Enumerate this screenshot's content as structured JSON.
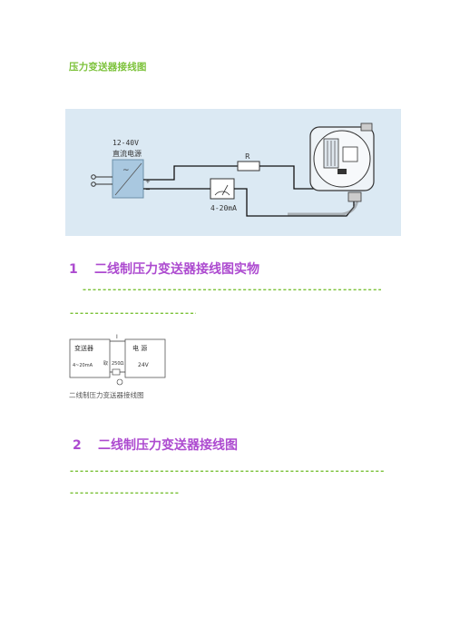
{
  "page": {
    "title": "压力变送器接线图"
  },
  "figure1": {
    "power_voltage": "12-40V",
    "power_name": "直流电源",
    "plus": "+",
    "minus": "−",
    "resistor": "R",
    "meter": "4-20mA"
  },
  "sections": [
    {
      "number": "1",
      "heading": "二线制压力变送器接线图实物",
      "rule_line1": "--------------------------------------------------------------------------------",
      "rule_line2": "----------------------------"
    },
    {
      "number": "2",
      "heading": "二线制压力变送器接线图",
      "rule_line1": "--------------------------------------------------------------------------------",
      "rule_line2": "-------------------------"
    }
  ],
  "figure2": {
    "left_box_title": "变送器",
    "left_box_value": "4~20mA",
    "right_box_title": "电 源",
    "right_box_value": "24V",
    "top_label": "I",
    "res_label": "取",
    "res_value": "250Ω",
    "caption": "二线制压力变送器接线图"
  },
  "colors": {
    "green": "#7cc23a",
    "purple": "#ad4bd0",
    "figure_bg": "#dbe9f3",
    "module_blue": "#a9c8e0"
  }
}
